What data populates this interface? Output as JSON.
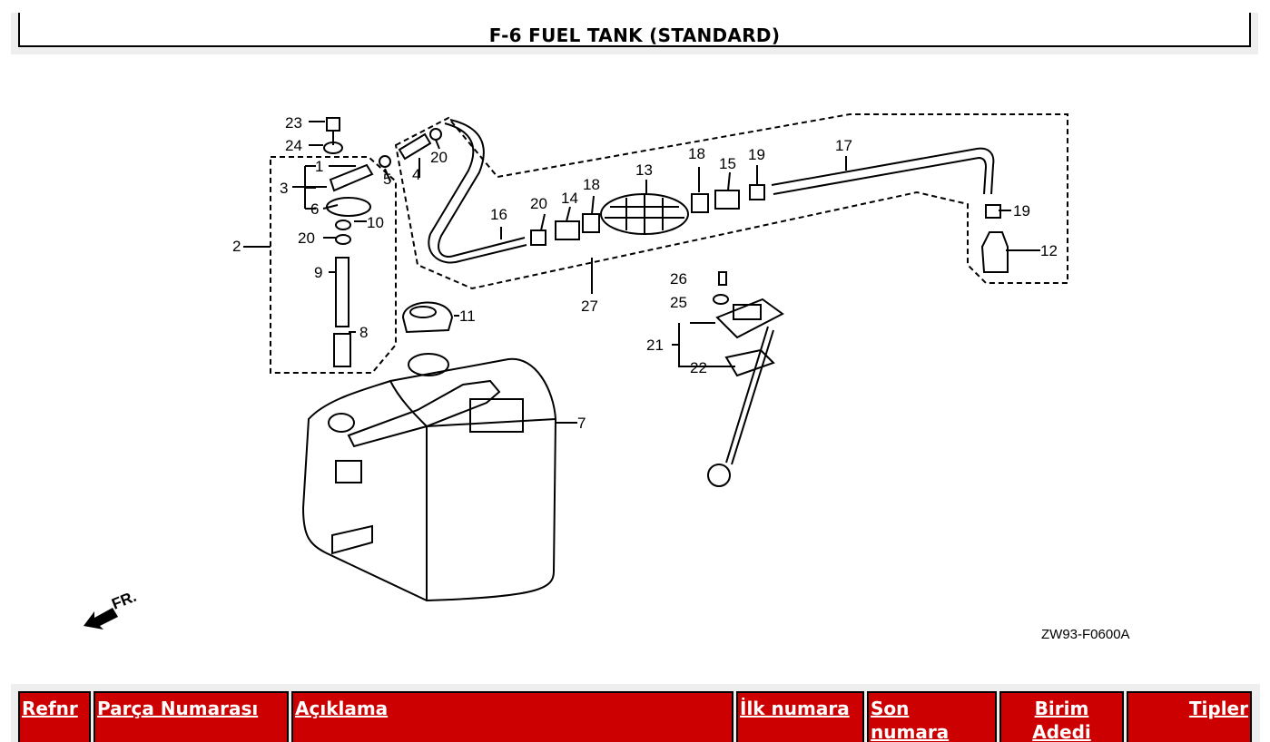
{
  "page": {
    "title": "F-6 FUEL TANK (STANDARD)"
  },
  "diagram": {
    "code": "ZW93-F0600A",
    "front_label": "FR.",
    "callouts": [
      "1",
      "2",
      "3",
      "4",
      "5",
      "6",
      "7",
      "8",
      "9",
      "10",
      "11",
      "12",
      "13",
      "14",
      "15",
      "16",
      "17",
      "18",
      "18",
      "19",
      "19",
      "20",
      "20",
      "20",
      "21",
      "22",
      "23",
      "24",
      "25",
      "26",
      "27"
    ]
  },
  "table": {
    "headers": [
      {
        "key": "refnr",
        "label": "Refnr"
      },
      {
        "key": "part_number",
        "label": "Parça Numarası"
      },
      {
        "key": "description",
        "label": "Açıklama"
      },
      {
        "key": "first_number",
        "label": "İlk numara"
      },
      {
        "key": "last_number",
        "label": "Son numara"
      },
      {
        "key": "unit_qty",
        "label": "Birim Adedi"
      },
      {
        "key": "types",
        "label": "Tipler"
      }
    ]
  },
  "colors": {
    "header_bg": "#cc0000",
    "header_text": "#ffffff",
    "frame_bg": "#eeeeee"
  }
}
